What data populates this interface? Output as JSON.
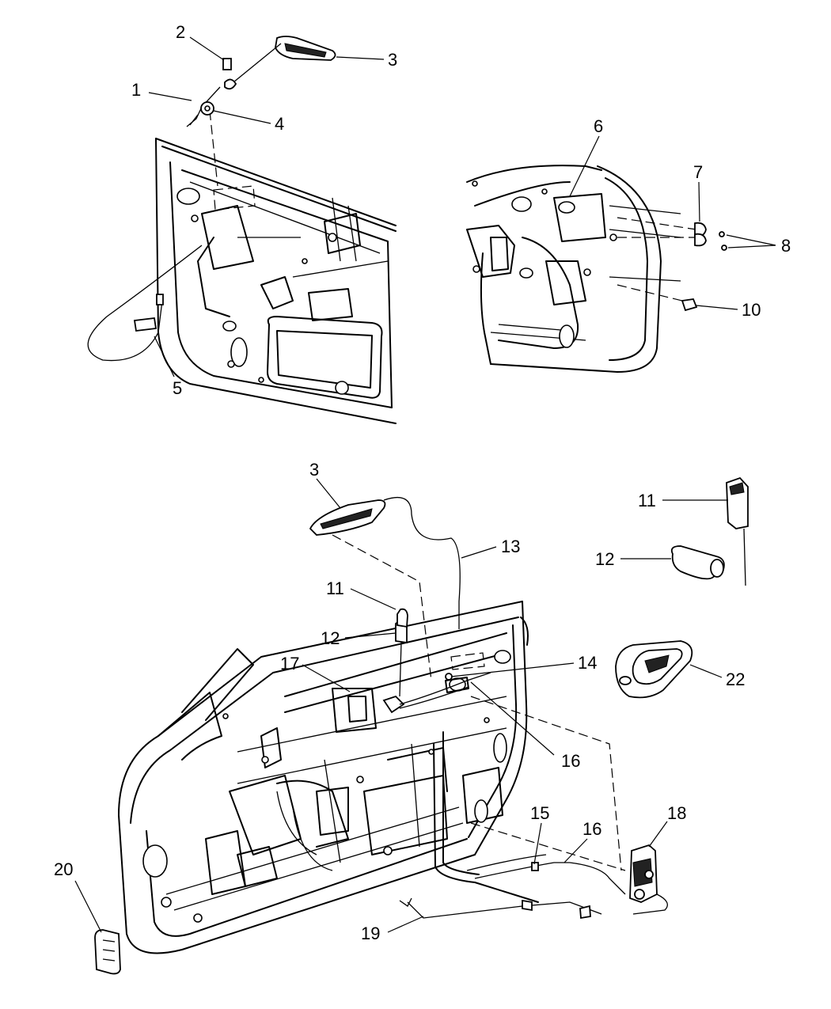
{
  "diagram": {
    "callouts": [
      {
        "id": "c1",
        "label": "1"
      },
      {
        "id": "c2",
        "label": "2"
      },
      {
        "id": "c3a",
        "label": "3"
      },
      {
        "id": "c4",
        "label": "4"
      },
      {
        "id": "c5",
        "label": "5"
      },
      {
        "id": "c6",
        "label": "6"
      },
      {
        "id": "c7",
        "label": "7"
      },
      {
        "id": "c8",
        "label": "8"
      },
      {
        "id": "c10",
        "label": "10"
      },
      {
        "id": "c3b",
        "label": "3"
      },
      {
        "id": "c13",
        "label": "13"
      },
      {
        "id": "c11a",
        "label": "11"
      },
      {
        "id": "c12a",
        "label": "12"
      },
      {
        "id": "c11b",
        "label": "11"
      },
      {
        "id": "c12b",
        "label": "12"
      },
      {
        "id": "c14",
        "label": "14"
      },
      {
        "id": "c17",
        "label": "17"
      },
      {
        "id": "c16a",
        "label": "16"
      },
      {
        "id": "c22",
        "label": "22"
      },
      {
        "id": "c15",
        "label": "15"
      },
      {
        "id": "c16b",
        "label": "16"
      },
      {
        "id": "c18",
        "label": "18"
      },
      {
        "id": "c20",
        "label": "20"
      },
      {
        "id": "c19",
        "label": "19"
      }
    ]
  }
}
